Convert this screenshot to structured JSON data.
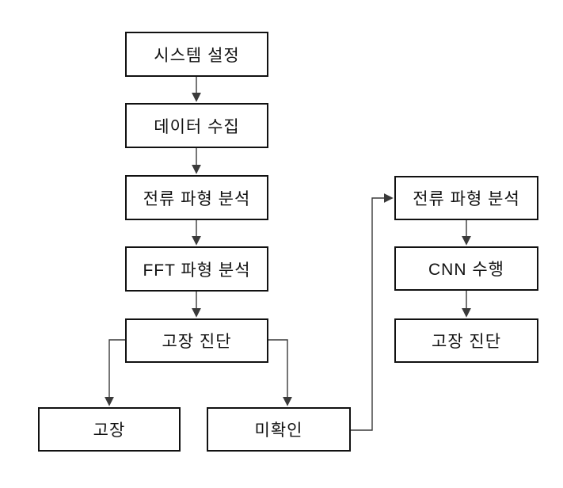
{
  "diagram": {
    "nodes": {
      "system_setup": "시스템 설정",
      "data_collection": "데이터 수집",
      "current_waveform_analysis": "전류 파형 분석",
      "fft_waveform_analysis": "FFT 파형 분석",
      "fault_diagnosis": "고장 진단",
      "fault": "고장",
      "unconfirmed": "미확인",
      "current_waveform_analysis_right": "전류 파형 분석",
      "cnn_execution": "CNN 수행",
      "fault_diagnosis_right": "고장 진단"
    },
    "colors": {
      "background": "#ffffff",
      "box_border": "#111111",
      "text": "#111111",
      "connector": "#3a3a3a"
    }
  }
}
